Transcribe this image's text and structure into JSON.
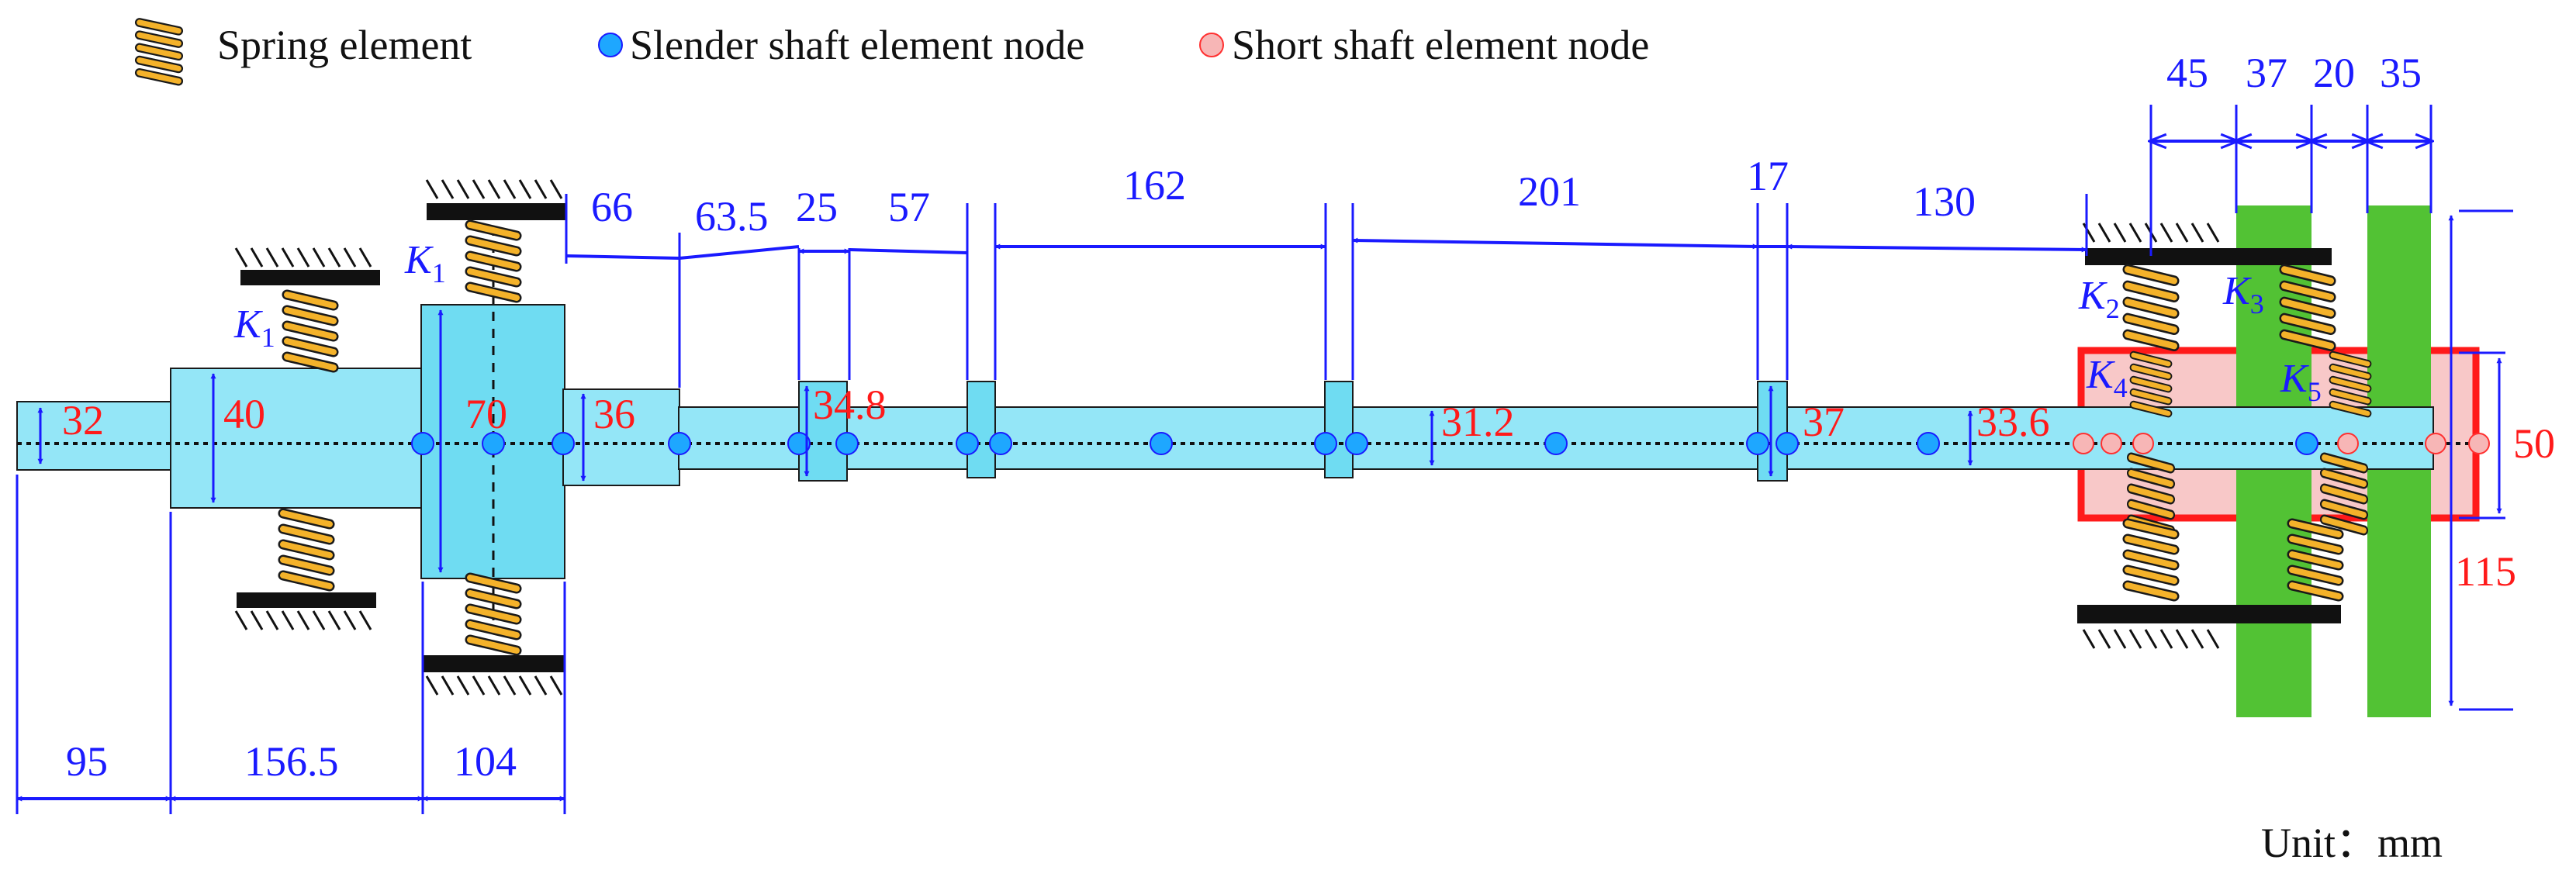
{
  "legend": {
    "spring": "Spring element",
    "slender": "Slender shaft element node",
    "short": "Short shaft element node"
  },
  "unit": "Unit：mm",
  "colors": {
    "dimension": "#1a1aff",
    "diameter": "#ff1a1a",
    "shaft": "#94e6f7",
    "slender_node": "#1ea7ff",
    "short_node": "#f7b6b6",
    "disk": "#52c234",
    "box_fill": "#f8c8c8",
    "box_border": "#ff1a1a",
    "spring": "#f4b22a"
  },
  "springs": {
    "k1_left": "K",
    "k1_left_sub": "1",
    "k1_right": "K",
    "k1_right_sub": "1",
    "k2": "K",
    "k2_sub": "2",
    "k3": "K",
    "k3_sub": "3",
    "k4": "K",
    "k4_sub": "4",
    "k5": "K",
    "k5_sub": "5"
  },
  "diameters": {
    "d32": "32",
    "d40": "40",
    "d70": "70",
    "d36": "36",
    "d34_8": "34.8",
    "d31_2": "31.2",
    "d37": "37",
    "d33_6": "33.6",
    "d50": "50",
    "d115": "115"
  },
  "top_lengths": {
    "l66": "66",
    "l63_5": "63.5",
    "l25": "25",
    "l57": "57",
    "l162": "162",
    "l201": "201",
    "l17": "17",
    "l130": "130",
    "l45": "45",
    "l37": "37",
    "l20": "20",
    "l35": "35"
  },
  "bottom_lengths": {
    "l95": "95",
    "l156_5": "156.5",
    "l104": "104"
  }
}
